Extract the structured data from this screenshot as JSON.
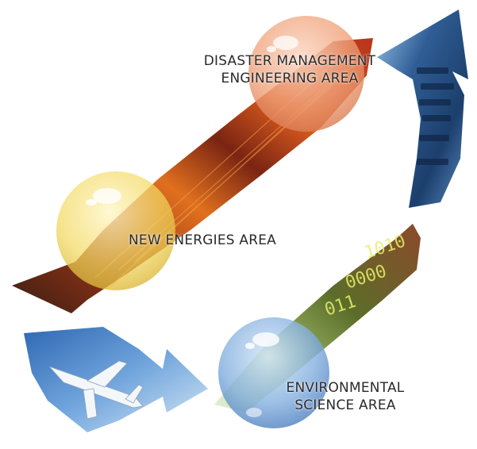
{
  "areas": {
    "disaster": {
      "line1": "DISASTER MANAGEMENT",
      "line2": "ENGINEERING AREA",
      "sphere_color": "#f0a27a"
    },
    "energies": {
      "label": "NEW ENERGIES AREA",
      "sphere_color": "#f3da63"
    },
    "environmental": {
      "line1": "ENVIRONMENTAL",
      "line2": "SCIENCE AREA",
      "sphere_color": "#6f9fd6"
    }
  },
  "binary_text": {
    "row1": "1010",
    "row2": "0000",
    "row3": "011"
  },
  "colors": {
    "fiber_arrow": "#c8502a",
    "tech_arrow": "#2e5f9a",
    "sky_arrow": "#3f7fc8",
    "binary_arrow": "#7a8a3a",
    "label_text": "#2a2a2a"
  }
}
